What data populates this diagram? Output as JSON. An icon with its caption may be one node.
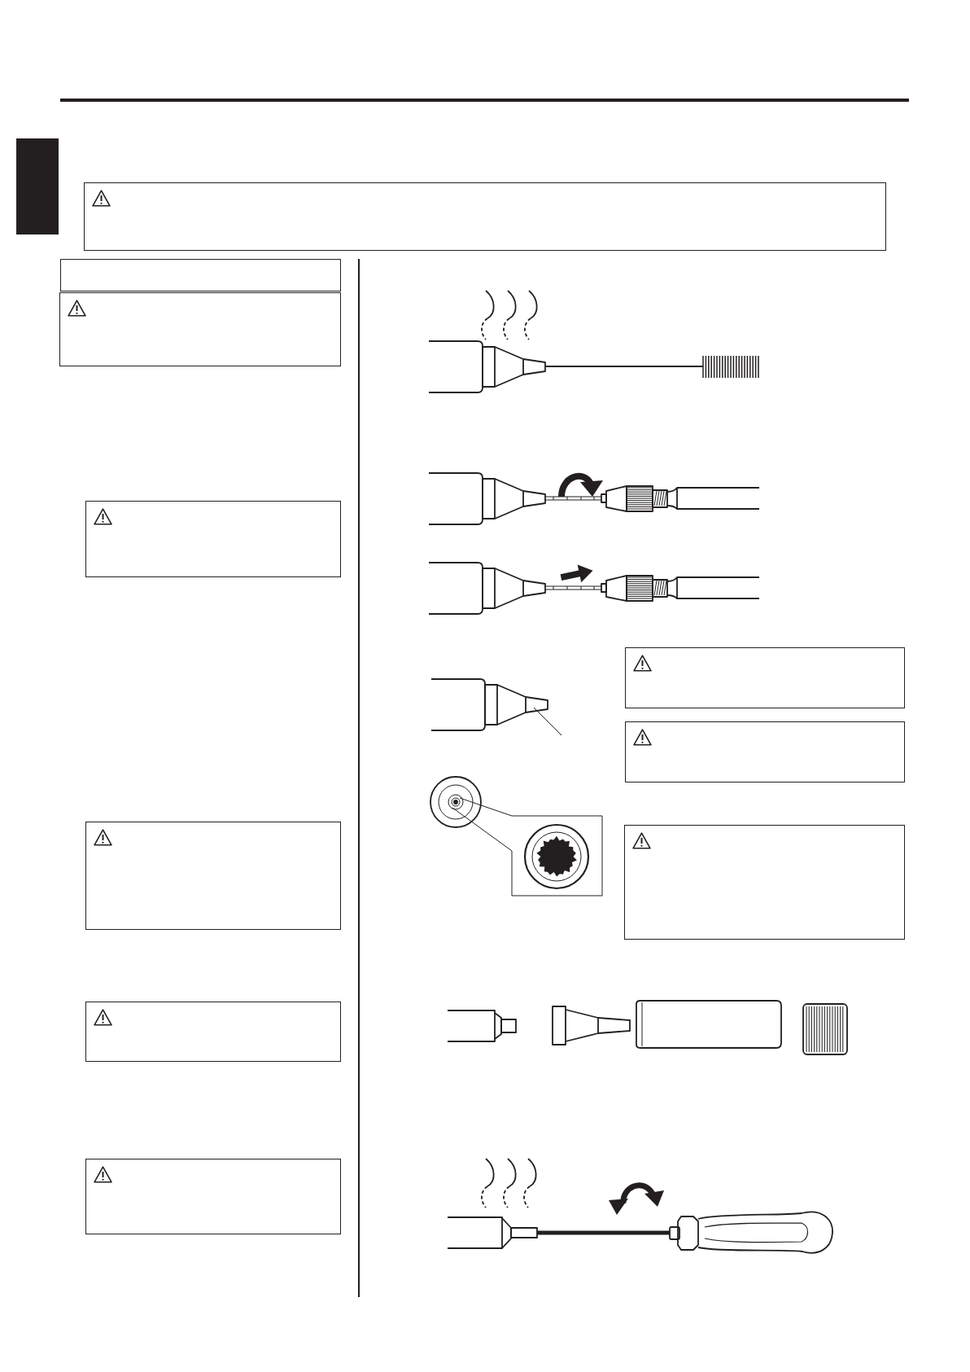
{
  "diagram": {
    "nodes": [
      {
        "text": [],
        "shape": "bar"
      },
      {
        "text": [],
        "shape": "box"
      },
      {
        "text": [],
        "shape": "box"
      },
      {
        "text": [],
        "shape": "box"
      },
      {
        "text": [],
        "shape": "box"
      },
      {
        "text": [],
        "shape": "box"
      },
      {
        "text": [],
        "shape": "box"
      },
      {
        "text": [],
        "shape": "box"
      },
      {
        "text": [],
        "shape": "box"
      },
      {
        "text": [],
        "shape": "box"
      },
      {
        "text": [],
        "shape": "box"
      }
    ]
  }
}
